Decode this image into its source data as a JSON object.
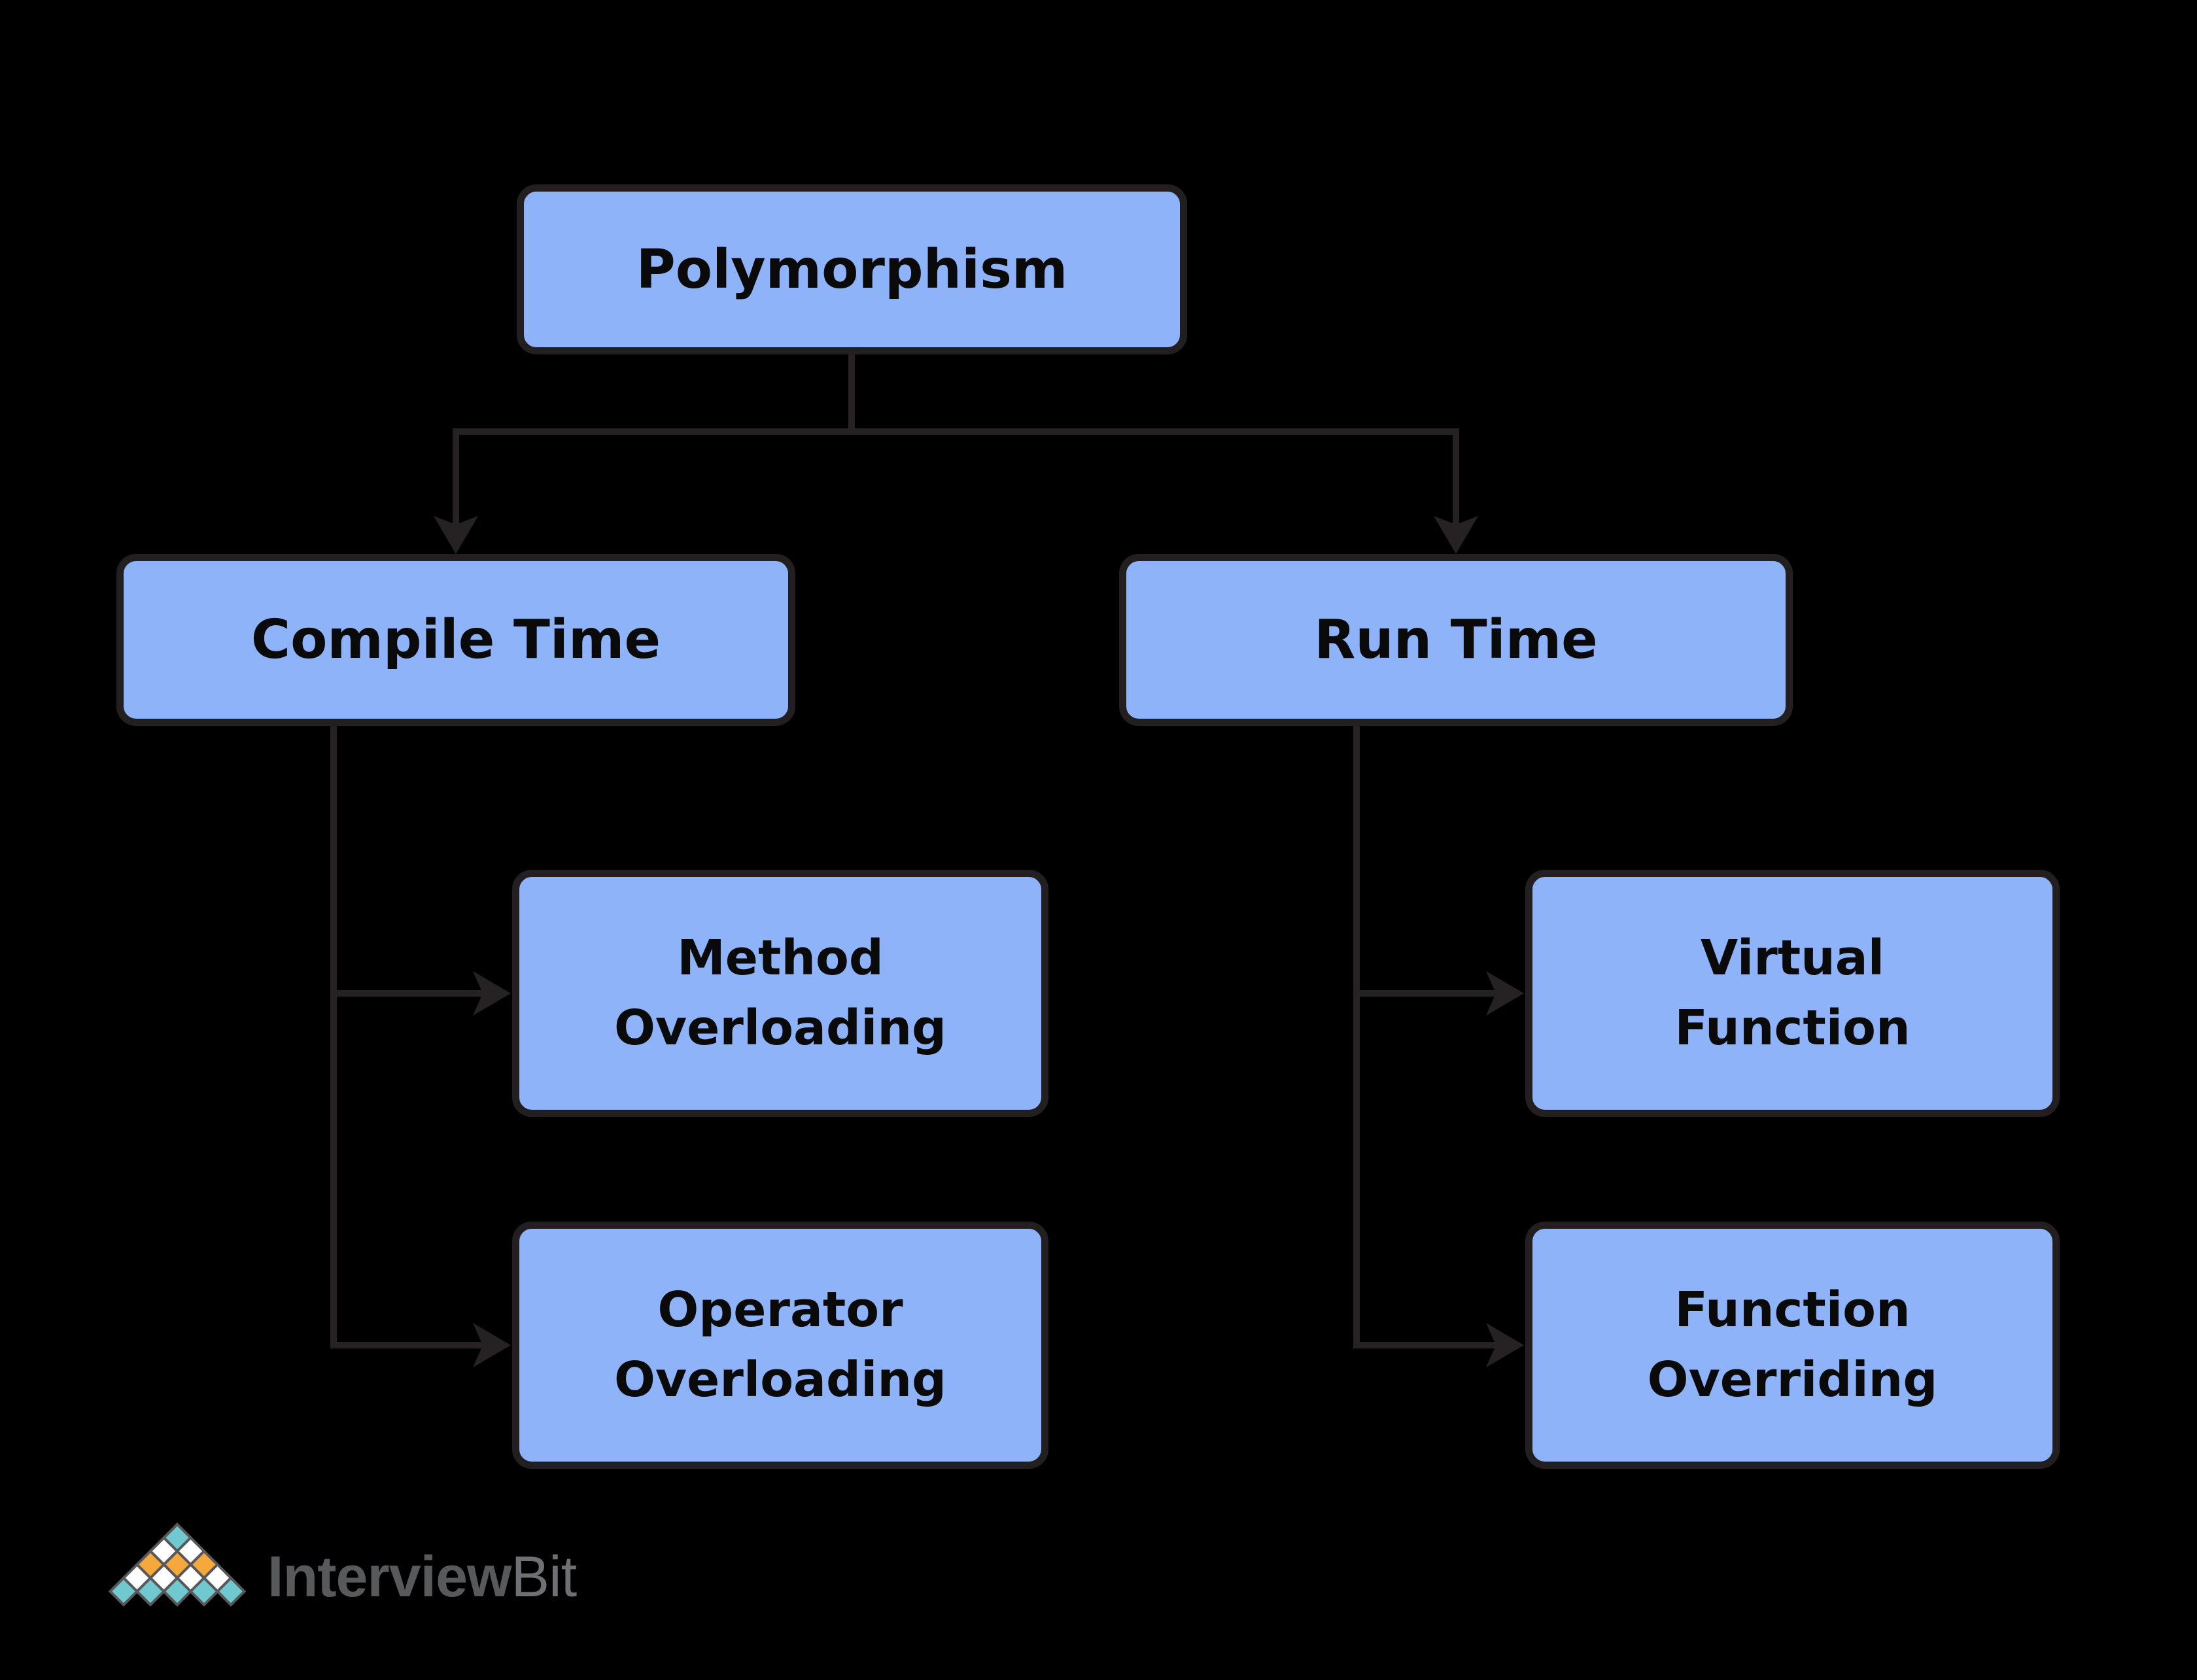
{
  "colors": {
    "background": "#000000",
    "node_fill": "#8FB3F9",
    "node_border": "#231F20",
    "node_text": "#0A0A0A",
    "connector": "#262123",
    "logo_outline": "#58585B",
    "logo_teal": "#6FC9CF",
    "logo_orange": "#F5A83C",
    "logo_white": "#FFFFFF",
    "logo_text_primary": "#58595B",
    "logo_text_secondary": "#6F7073"
  },
  "nodes": {
    "polymorphism": {
      "label": "Polymorphism"
    },
    "compile_time": {
      "label": "Compile Time"
    },
    "run_time": {
      "label": "Run Time"
    },
    "method_overloading": {
      "label": "Method Overloading"
    },
    "operator_overloading": {
      "label": "Operator Overloading"
    },
    "virtual_function": {
      "label": "Virtual Function"
    },
    "function_overriding": {
      "label": "Function Overriding"
    }
  },
  "edges": [
    {
      "from": "Polymorphism",
      "to": "Compile Time"
    },
    {
      "from": "Polymorphism",
      "to": "Run Time"
    },
    {
      "from": "Compile Time",
      "to": "Method Overloading"
    },
    {
      "from": "Compile Time",
      "to": "Operator Overloading"
    },
    {
      "from": "Run Time",
      "to": "Virtual Function"
    },
    {
      "from": "Run Time",
      "to": "Function Overriding"
    }
  ],
  "logo": {
    "brand_bold": "Interview",
    "brand_light": "Bit",
    "icon": "diamond-pyramid"
  }
}
